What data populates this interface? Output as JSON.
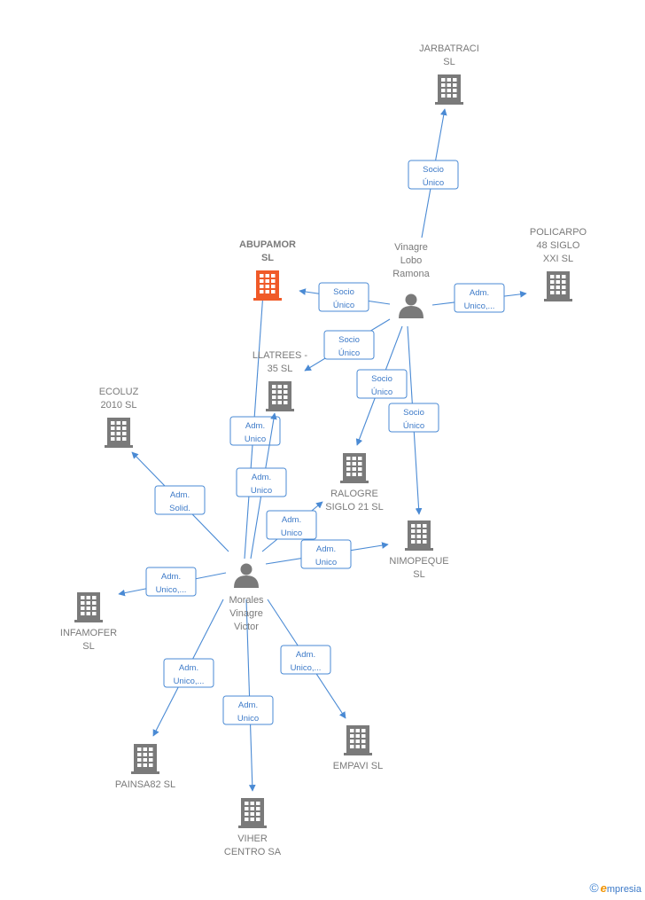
{
  "colors": {
    "edge": "#4a8ad4",
    "building": "#7a7a7a",
    "highlight": "#f05a28",
    "person": "#7a7a7a"
  },
  "nodes": [
    {
      "id": "jarbatraci",
      "kind": "company",
      "lines": [
        "JARBATRACI",
        "SL"
      ]
    },
    {
      "id": "policarpo",
      "kind": "company",
      "lines": [
        "POLICARPO",
        "48 SIGLO",
        "XXI SL"
      ]
    },
    {
      "id": "abupamor",
      "kind": "company",
      "highlight": true,
      "lines": [
        "ABUPAMOR",
        "SL"
      ]
    },
    {
      "id": "vinagre",
      "kind": "person",
      "lines": [
        "Vinagre",
        "Lobo",
        "Ramona"
      ]
    },
    {
      "id": "llatrees",
      "kind": "company",
      "lines": [
        "LLATREES -",
        "35  SL"
      ]
    },
    {
      "id": "ecoluz",
      "kind": "company",
      "lines": [
        "ECOLUZ",
        "2010 SL"
      ]
    },
    {
      "id": "ralogre",
      "kind": "company",
      "lines": [
        "RALOGRE",
        "SIGLO 21  SL"
      ]
    },
    {
      "id": "nimopeque",
      "kind": "company",
      "lines": [
        "NIMOPEQUE",
        "SL"
      ]
    },
    {
      "id": "morales",
      "kind": "person",
      "lines": [
        "Morales",
        "Vinagre",
        "Victor"
      ]
    },
    {
      "id": "infamofer",
      "kind": "company",
      "lines": [
        "INFAMOFER",
        "SL"
      ]
    },
    {
      "id": "painsa",
      "kind": "company",
      "lines": [
        "PAINSA82 SL"
      ]
    },
    {
      "id": "viher",
      "kind": "company",
      "lines": [
        "VIHER",
        "CENTRO SA"
      ]
    },
    {
      "id": "empavi",
      "kind": "company",
      "lines": [
        "EMPAVI  SL"
      ]
    }
  ],
  "edges": [
    {
      "from": "vinagre",
      "to": "jarbatraci",
      "label": [
        "Socio",
        "Único"
      ]
    },
    {
      "from": "vinagre",
      "to": "abupamor",
      "label": [
        "Socio",
        "Único"
      ]
    },
    {
      "from": "vinagre",
      "to": "policarpo",
      "label": [
        "Adm.",
        "Unico,..."
      ]
    },
    {
      "from": "vinagre",
      "to": "llatrees",
      "label": [
        "Socio",
        "Único"
      ]
    },
    {
      "from": "vinagre",
      "to": "ralogre",
      "label": [
        "Socio",
        "Único"
      ]
    },
    {
      "from": "vinagre",
      "to": "nimopeque",
      "label": [
        "Socio",
        "Único"
      ]
    },
    {
      "from": "morales",
      "to": "abupamor",
      "label": [
        "Adm.",
        "Unico"
      ]
    },
    {
      "from": "morales",
      "to": "llatrees",
      "label": [
        "Adm.",
        "Unico"
      ]
    },
    {
      "from": "morales",
      "to": "ecoluz",
      "label": [
        "Adm.",
        "Solid."
      ]
    },
    {
      "from": "morales",
      "to": "ralogre",
      "label": [
        "Adm.",
        "Unico"
      ]
    },
    {
      "from": "morales",
      "to": "nimopeque",
      "label": [
        "Adm.",
        "Unico"
      ]
    },
    {
      "from": "morales",
      "to": "infamofer",
      "label": [
        "Adm.",
        "Unico,..."
      ]
    },
    {
      "from": "morales",
      "to": "painsa",
      "label": [
        "Adm.",
        "Unico,..."
      ]
    },
    {
      "from": "morales",
      "to": "viher",
      "label": [
        "Adm.",
        "Unico"
      ]
    },
    {
      "from": "morales",
      "to": "empavi",
      "label": [
        "Adm.",
        "Unico,..."
      ]
    }
  ],
  "footer": {
    "copyright": "©",
    "brand_initial": "e",
    "brand_rest": "mpresia"
  }
}
